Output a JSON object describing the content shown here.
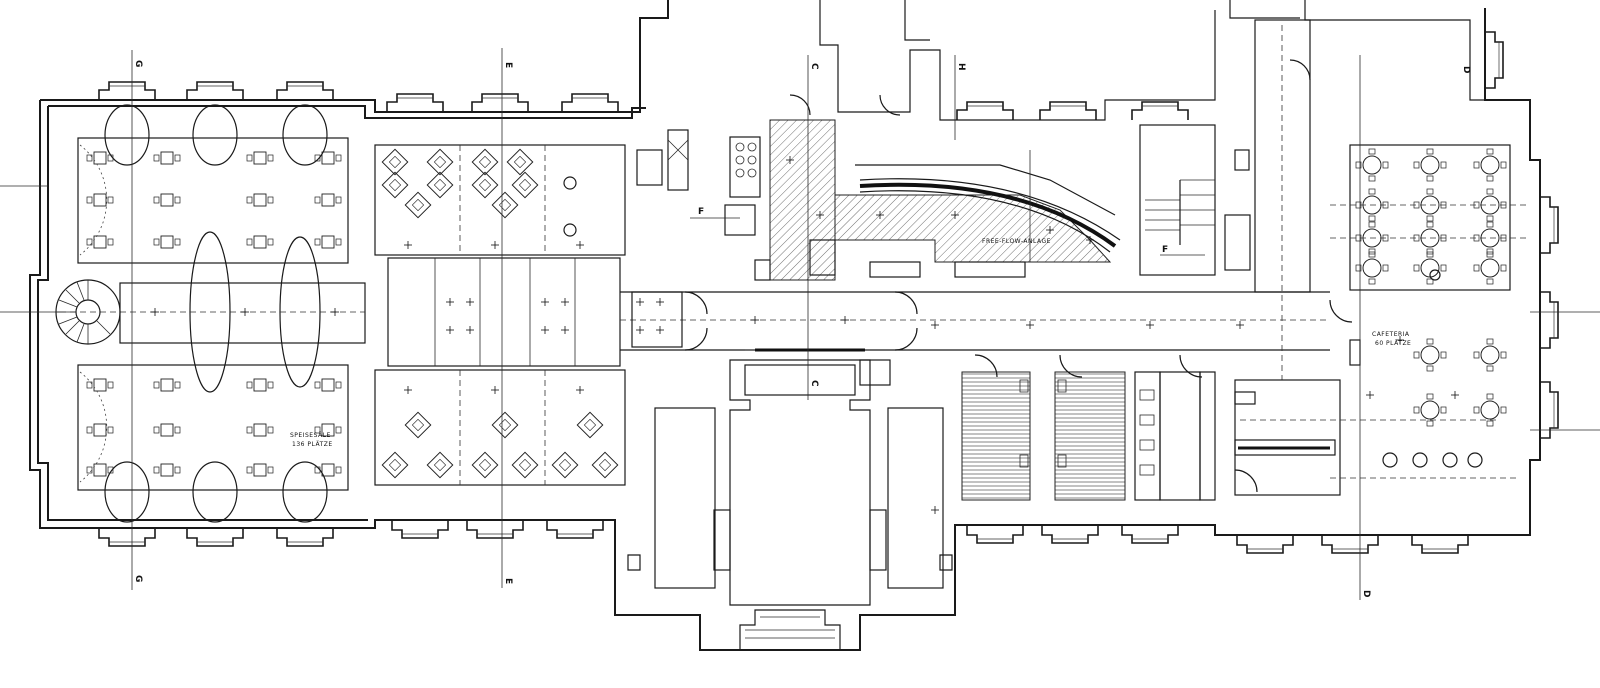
{
  "labels": {
    "speisesaele": "SPEISESÄLE",
    "speisesaele_capacity": "136 PLÄTZE",
    "free_flow": "FREE-FLOW-ANLAGE",
    "cafeteria": "CAFETERIA",
    "cafeteria_capacity": "60 PLÄTZE"
  },
  "section_marks": {
    "g": "G",
    "e": "E",
    "c": "C",
    "h": "H",
    "d": "D",
    "f": "F"
  },
  "colors": {
    "line": "#1a1a1a",
    "background": "#ffffff"
  }
}
